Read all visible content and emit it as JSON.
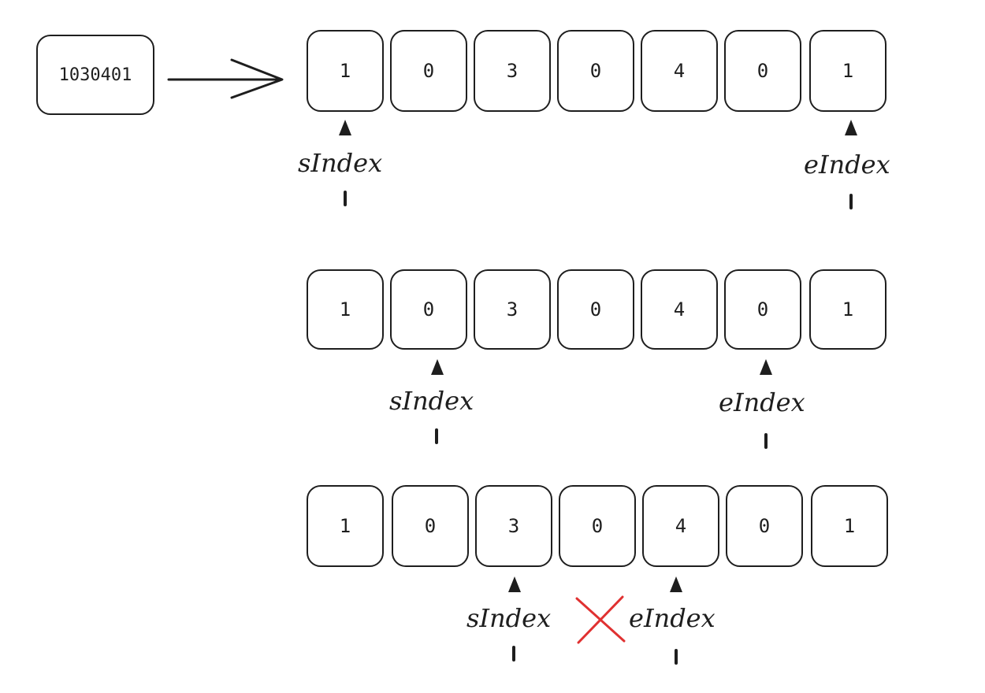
{
  "input": {
    "value": "1030401"
  },
  "rows": [
    {
      "cells": [
        "1",
        "0",
        "3",
        "0",
        "4",
        "0",
        "1"
      ],
      "start_label": "sIndex",
      "end_label": "eIndex",
      "start_index": 0,
      "end_index": 6
    },
    {
      "cells": [
        "1",
        "0",
        "3",
        "0",
        "4",
        "0",
        "1"
      ],
      "start_label": "sIndex",
      "end_label": "eIndex",
      "start_index": 1,
      "end_index": 5
    },
    {
      "cells": [
        "1",
        "0",
        "3",
        "0",
        "4",
        "0",
        "1"
      ],
      "start_label": "sIndex",
      "end_label": "eIndex",
      "start_index": 2,
      "end_index": 4
    }
  ],
  "colors": {
    "stroke": "#1e1e1e",
    "cross": "#e03131",
    "background": "#ffffff"
  }
}
